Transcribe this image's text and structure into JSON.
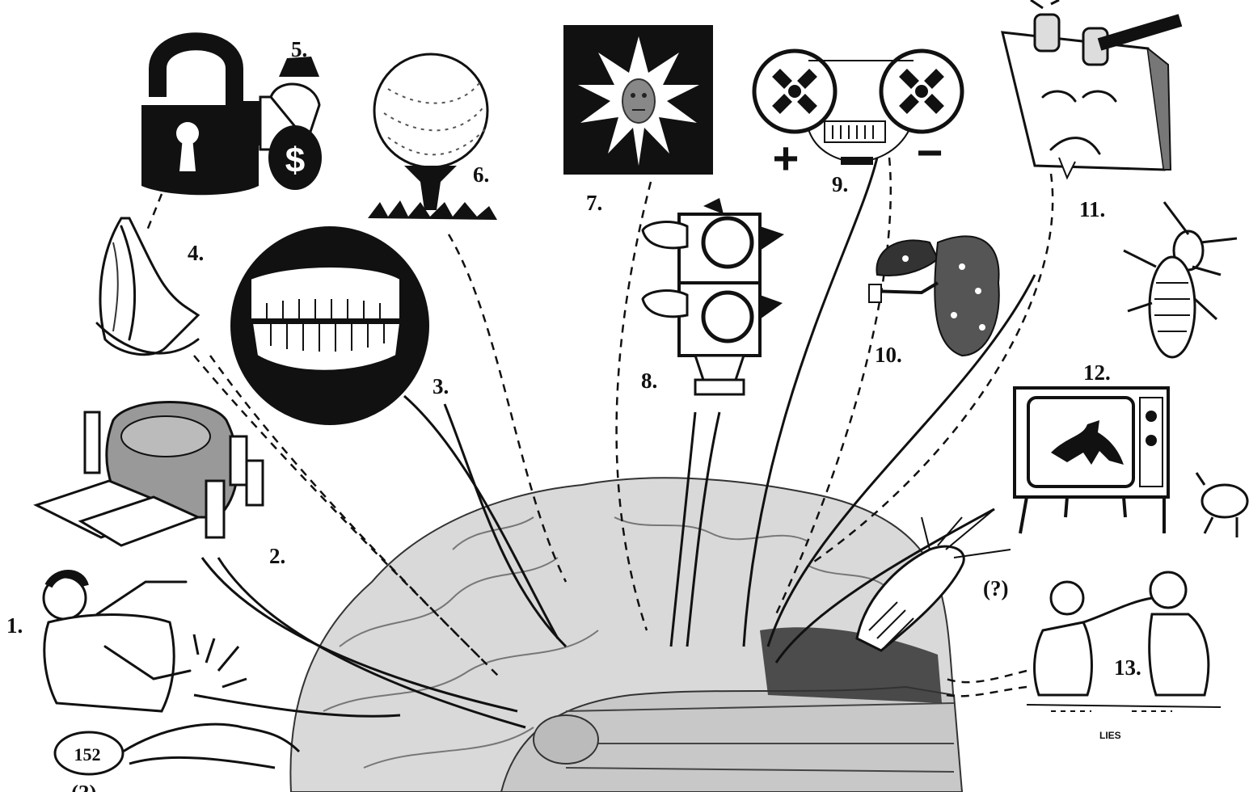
{
  "illustration": {
    "labels": [
      {
        "id": "1",
        "text": "1."
      },
      {
        "id": "2",
        "text": "2."
      },
      {
        "id": "3",
        "text": "3."
      },
      {
        "id": "4",
        "text": "4."
      },
      {
        "id": "5",
        "text": "5."
      },
      {
        "id": "6",
        "text": "6."
      },
      {
        "id": "7",
        "text": "7."
      },
      {
        "id": "8",
        "text": "8."
      },
      {
        "id": "9",
        "text": "9."
      },
      {
        "id": "10",
        "text": "10."
      },
      {
        "id": "11",
        "text": "11."
      },
      {
        "id": "12",
        "text": "12."
      },
      {
        "id": "13",
        "text": "13."
      }
    ],
    "question_mark": "(?)",
    "speech_bubble": "152",
    "bottom_mark": "(?)",
    "caption_lies": "LIES",
    "dollar_sign": "$",
    "plus_sign": "+",
    "minus_sign": "−"
  }
}
